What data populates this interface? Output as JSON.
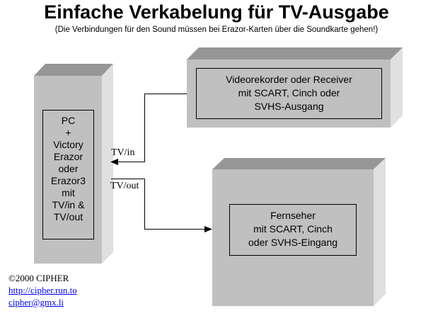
{
  "header": {
    "title": "Einfache Verkabelung für TV-Ausgabe",
    "subtitle": "(Die Verbindungen für den Sound müssen bei Erazor-Karten über die Soundkarte gehen!)"
  },
  "colors": {
    "front": "#c0c0c0",
    "top": "#969696",
    "side": "#e0e0e0",
    "line": "#000000",
    "link": "#0000ee"
  },
  "nodes": {
    "pc": {
      "lines": [
        "PC",
        "+",
        "Victory",
        "Erazor",
        "oder",
        "Erazor3",
        "mit",
        "TV/in &",
        "TV/out"
      ]
    },
    "video_recorder": {
      "lines": [
        "Videorekorder oder Receiver",
        "mit SCART, Cinch oder",
        "SVHS-Ausgang"
      ]
    },
    "tv": {
      "lines": [
        "Fernseher",
        "mit SCART, Cinch",
        "oder SVHS-Eingang"
      ]
    }
  },
  "edges": {
    "tv_in": {
      "label": "TV/in",
      "from": "video_recorder",
      "to": "pc"
    },
    "tv_out": {
      "label": "TV/out",
      "from": "pc",
      "to": "tv"
    }
  },
  "footer": {
    "copyright": "©2000 CIPHER",
    "website": "http://cipher.run.to",
    "email": "cipher@gmx.li"
  }
}
